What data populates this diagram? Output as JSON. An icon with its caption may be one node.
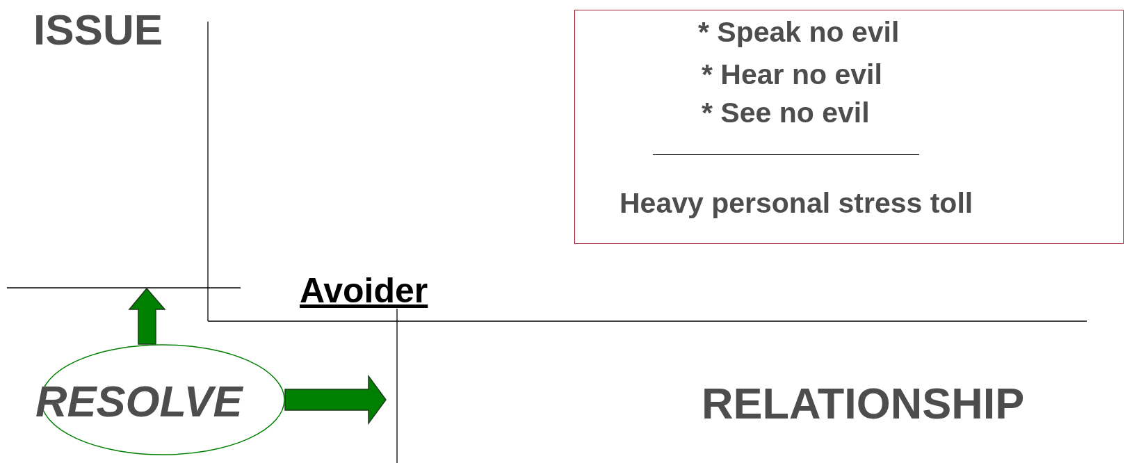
{
  "diagram": {
    "nodes": [
      {
        "text": [
          "* Speak no evil",
          "* Hear no evil",
          "* See no evil",
          "Heavy personal stress toll"
        ]
      },
      {
        "text": [
          "RESOLVE"
        ]
      }
    ],
    "edges": [
      {
        "from": 1,
        "to": null,
        "arrow": "to",
        "style": "thick",
        "color": "#008000"
      },
      {
        "from": 1,
        "to": null,
        "arrow": "to",
        "style": "thick",
        "color": "#008000"
      }
    ],
    "labels": [
      "ISSUE",
      "Avoider",
      "RELATIONSHIP"
    ]
  }
}
